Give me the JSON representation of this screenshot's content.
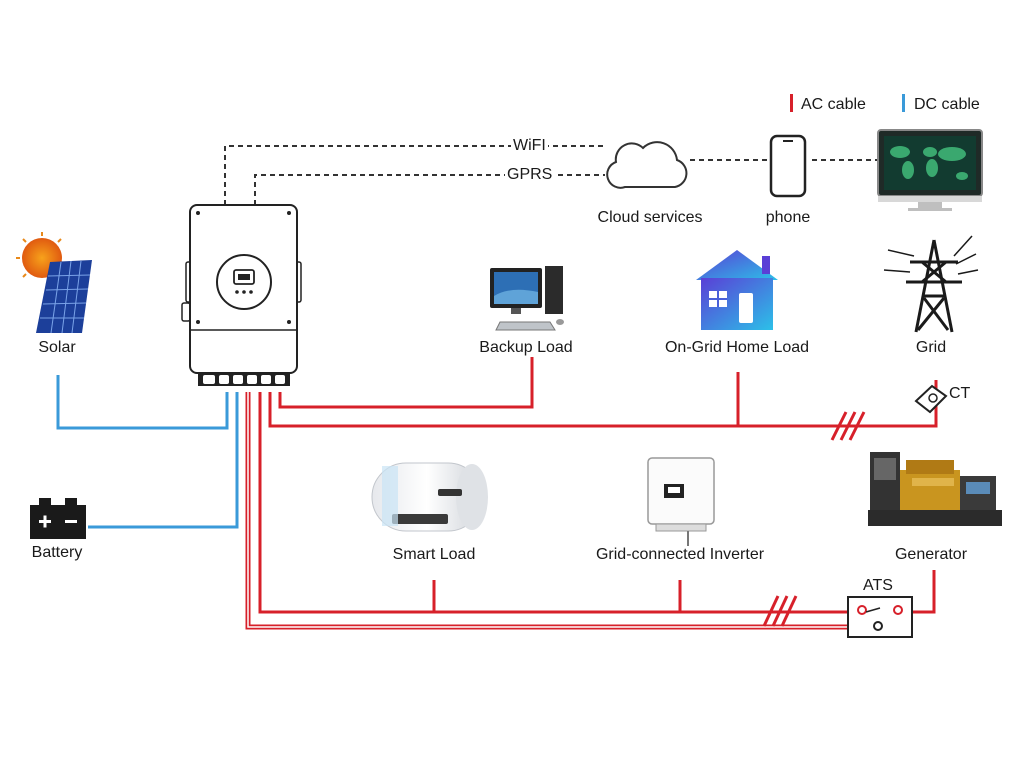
{
  "legend": {
    "ac_label": "AC cable",
    "dc_label": "DC cable",
    "ac_color": "#d7202a",
    "dc_color": "#3a9ad9"
  },
  "links": {
    "wifi": "WiFI",
    "gprs": "GPRS"
  },
  "nodes": {
    "cloud": "Cloud services",
    "phone": "phone",
    "solar": "Solar",
    "battery": "Battery",
    "backup_load": "Backup Load",
    "home_load": "On-Grid Home Load",
    "grid": "Grid",
    "ct": "CT",
    "smart_load": "Smart Load",
    "grid_inverter": "Grid-connected Inverter",
    "generator": "Generator",
    "ats": "ATS"
  },
  "icons": {
    "inverter": "hybrid-inverter-icon",
    "solar": "solar-panel-icon",
    "battery": "battery-icon",
    "cloud": "cloud-icon",
    "phone": "smartphone-icon",
    "monitor": "world-map-monitor-icon",
    "backup_load": "desktop-computer-icon",
    "home_load": "house-icon",
    "grid": "power-pylon-icon",
    "ct": "current-transformer-icon",
    "smart_load": "water-heater-icon",
    "grid_inverter": "string-inverter-icon",
    "generator": "diesel-generator-icon",
    "ats": "transfer-switch-icon"
  }
}
